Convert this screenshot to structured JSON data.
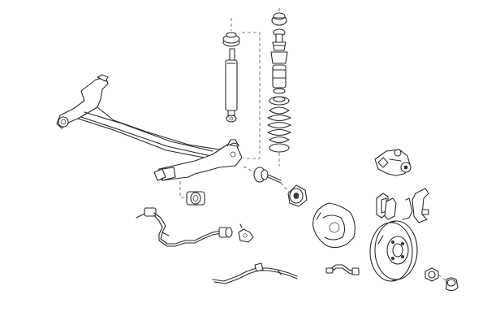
{
  "colors": {
    "line": "#2a2a2a",
    "background": "#ffffff",
    "dash": "#555555"
  },
  "parts": [
    "rear-axle-beam",
    "shock-absorber",
    "shock-top-mount",
    "coil-spring",
    "spring-pad",
    "bump-stop",
    "axle-bushing",
    "stub-axle",
    "wheel-hub",
    "brake-backing-plate",
    "brake-disc",
    "brake-caliper-bracket",
    "brake-pads",
    "wheel-bearing-bolt",
    "hub-nut",
    "abs-sensor-cable",
    "brake-cable",
    "brake-hose-clip"
  ]
}
